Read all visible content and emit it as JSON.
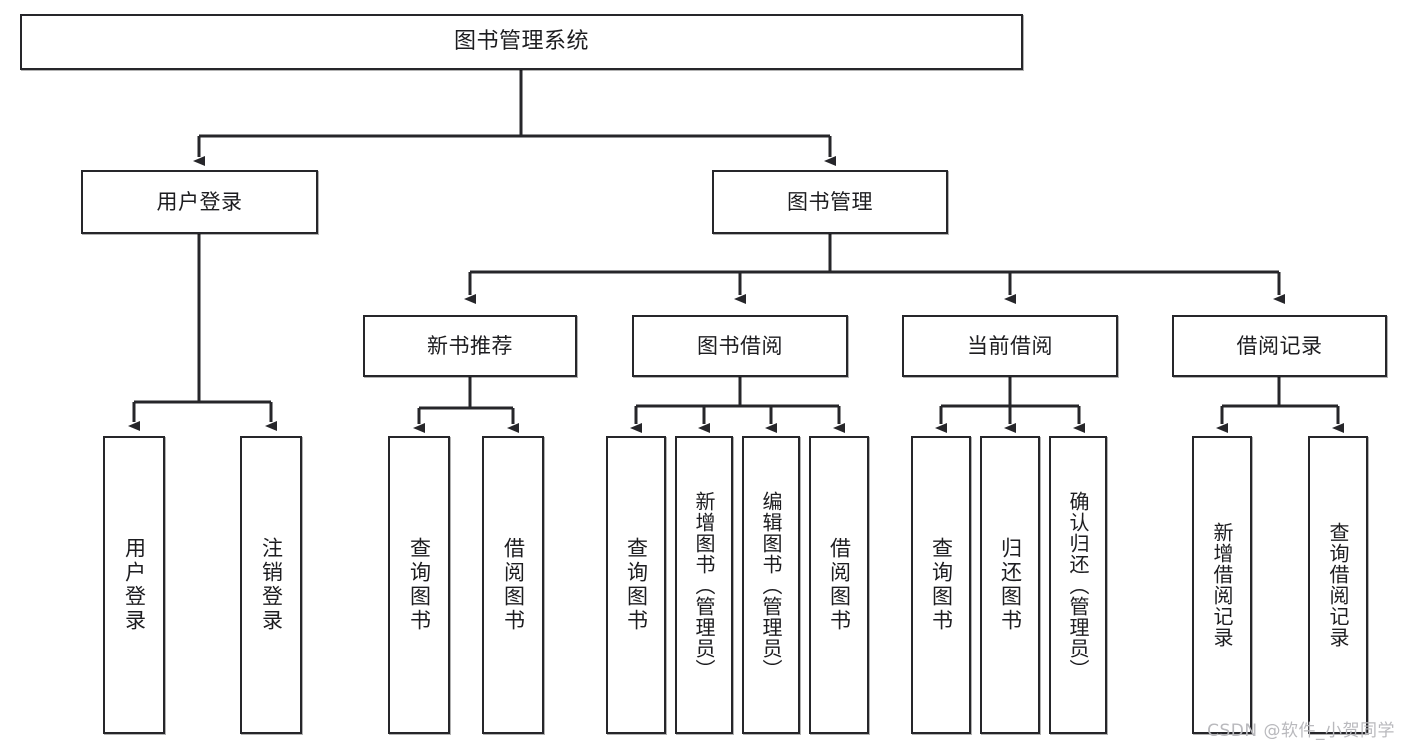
{
  "diagram": {
    "title": "图书管理系统",
    "type": "tree",
    "root": {
      "label": "图书管理系统"
    },
    "level2": [
      {
        "id": "user-login",
        "label": "用户登录"
      },
      {
        "id": "book-manage",
        "label": "图书管理"
      }
    ],
    "level3": [
      {
        "id": "new-book-recommend",
        "label": "新书推荐",
        "parent": "book-manage"
      },
      {
        "id": "book-borrow",
        "label": "图书借阅",
        "parent": "book-manage"
      },
      {
        "id": "current-borrow",
        "label": "当前借阅",
        "parent": "book-manage"
      },
      {
        "id": "borrow-record",
        "label": "借阅记录",
        "parent": "book-manage"
      }
    ],
    "leaves": {
      "user-login": [
        {
          "id": "leaf-user-login",
          "label": "用户登录"
        },
        {
          "id": "leaf-user-logout",
          "label": "注销登录"
        }
      ],
      "new-book-recommend": [
        {
          "id": "leaf-query-book-1",
          "label": "查询图书"
        },
        {
          "id": "leaf-borrow-book-1",
          "label": "借阅图书"
        }
      ],
      "book-borrow": [
        {
          "id": "leaf-query-book-2",
          "label": "查询图书"
        },
        {
          "id": "leaf-add-book",
          "label": "新增图书（管理员）"
        },
        {
          "id": "leaf-edit-book",
          "label": "编辑图书（管理员）"
        },
        {
          "id": "leaf-borrow-book-2",
          "label": "借阅图书"
        }
      ],
      "current-borrow": [
        {
          "id": "leaf-query-book-3",
          "label": "查询图书"
        },
        {
          "id": "leaf-return-book",
          "label": "归还图书"
        },
        {
          "id": "leaf-confirm-return",
          "label": "确认归还（管理员）"
        }
      ],
      "borrow-record": [
        {
          "id": "leaf-add-record",
          "label": "新增借阅记录"
        },
        {
          "id": "leaf-query-record",
          "label": "查询借阅记录"
        }
      ]
    }
  },
  "watermark": {
    "text": "CSDN @软件_小贺同学"
  },
  "colors": {
    "stroke": "#26262a",
    "fill": "#ffffff",
    "text": "#1d1d20",
    "watermark": "#b9b9bd"
  }
}
